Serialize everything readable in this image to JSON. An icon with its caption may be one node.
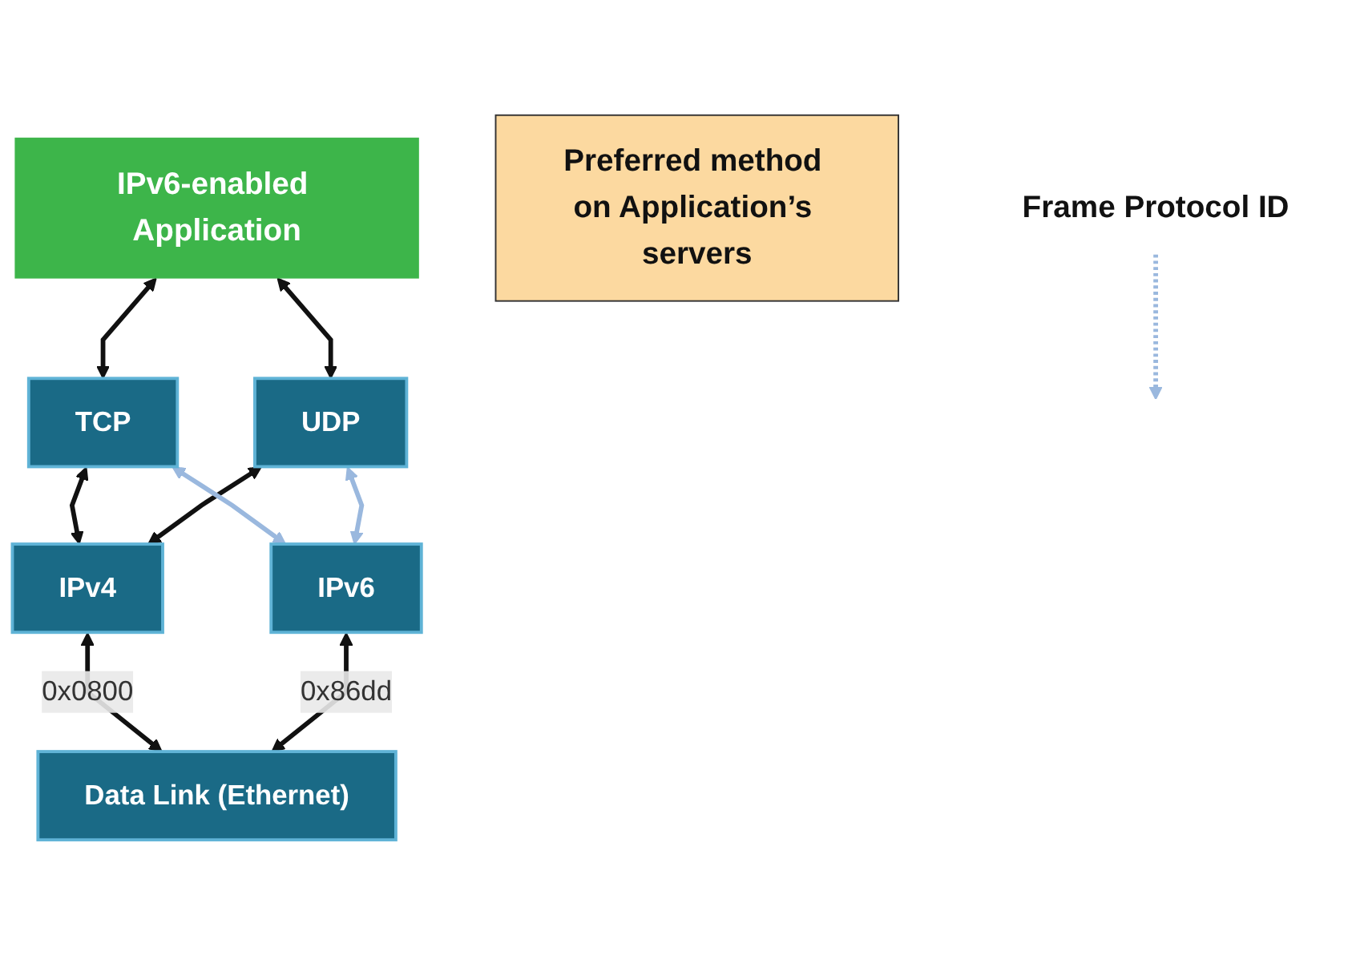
{
  "diagram": {
    "nodes": [
      {
        "text": [
          "IPv6-enabled Application"
        ]
      },
      {
        "text": [
          "TCP"
        ]
      },
      {
        "text": [
          "UDP"
        ]
      },
      {
        "text": [
          "IPv4"
        ]
      },
      {
        "text": [
          "IPv6"
        ]
      },
      {
        "text": [
          "Data Link (Ethernet)"
        ]
      },
      {
        "text": [
          "Preferred method on Application’s servers"
        ]
      },
      {
        "text": [
          "Frame Protocol ID"
        ]
      }
    ],
    "edges": [
      {
        "from": 0,
        "to": 1,
        "arrow": "both"
      },
      {
        "from": 0,
        "to": 2,
        "arrow": "both"
      },
      {
        "from": 1,
        "to": 3,
        "arrow": "both"
      },
      {
        "from": 2,
        "to": 3,
        "arrow": "both"
      },
      {
        "from": 1,
        "to": 4,
        "arrow": "both",
        "color": "#9ab8de"
      },
      {
        "from": 2,
        "to": 4,
        "arrow": "both",
        "color": "#9ab8de"
      },
      {
        "from": 3,
        "to": 5,
        "arrow": "both",
        "label": "0x0800"
      },
      {
        "from": 4,
        "to": 5,
        "arrow": "both",
        "label": "0x86dd"
      },
      {
        "from": 7,
        "to": null,
        "arrow": "to",
        "style": "dashed",
        "color": "#9ab8de"
      }
    ]
  }
}
